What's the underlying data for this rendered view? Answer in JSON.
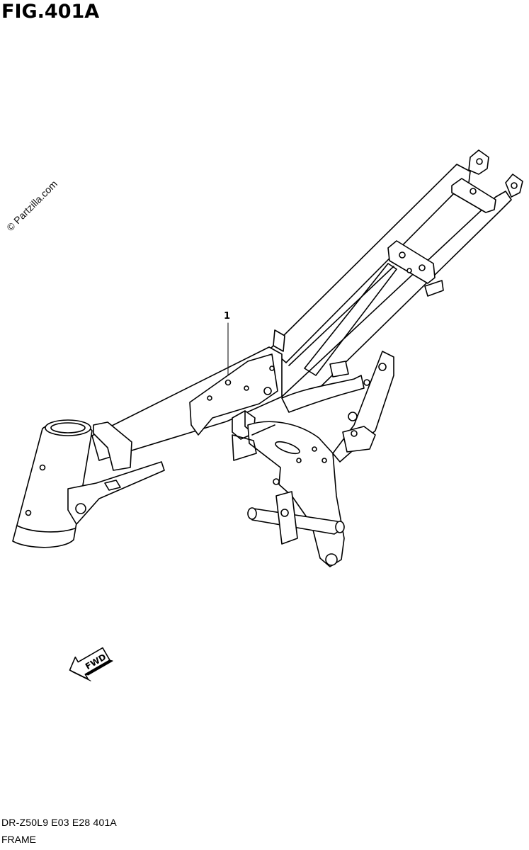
{
  "figure": {
    "title": "FIG.401A"
  },
  "watermark": {
    "text": "© Partzilla.com"
  },
  "callouts": [
    {
      "number": "1"
    }
  ],
  "fwd_arrow": {
    "label": "FWD"
  },
  "footer": {
    "model_code": "DR-Z50L9  E03  E28  401A",
    "part_name": "FRAME"
  }
}
